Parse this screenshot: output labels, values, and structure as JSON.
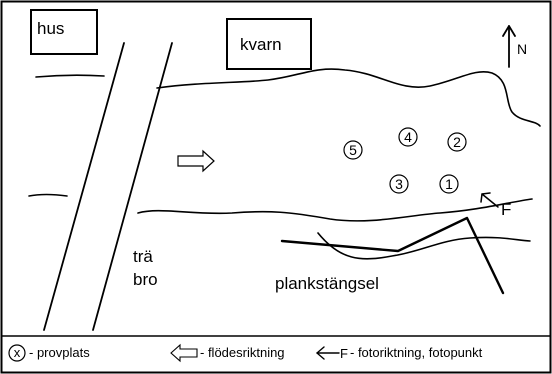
{
  "labels": {
    "house": "hus",
    "mill": "kvarn",
    "north": "N",
    "bridge_line1": "trä",
    "bridge_line2": "bro",
    "fence": "plankstängsel",
    "photo_point": "F"
  },
  "sample_sites": [
    "1",
    "2",
    "3",
    "4",
    "5"
  ],
  "legend": {
    "sample_symbol": "x",
    "sample_text": "- provplats",
    "flow_text": "- flödesriktning",
    "photo_symbol": "F",
    "photo_text": "- fotoriktning, fotopunkt"
  },
  "icons": [
    "north-arrow-icon",
    "flow-arrow-icon",
    "photo-arrow-icon"
  ],
  "colors": {
    "ink": "#000000",
    "background": "#ffffff"
  }
}
